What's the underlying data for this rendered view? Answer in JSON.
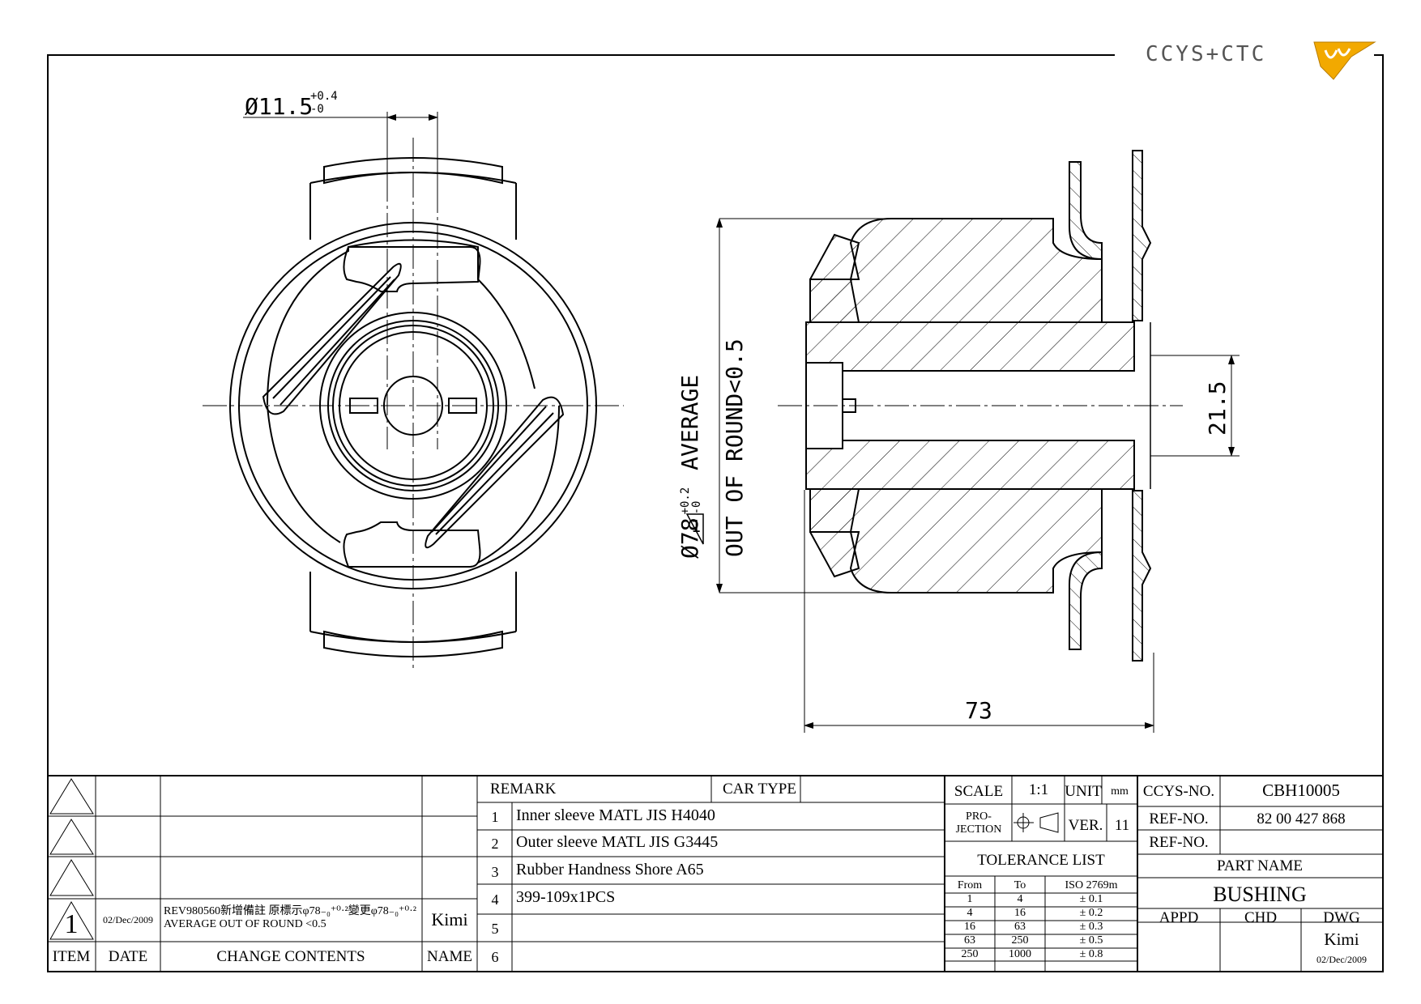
{
  "logo": {
    "text": "CCYS+CTC"
  },
  "dims": {
    "hole_dia": "Ø11.5",
    "hole_tol_upper": "+0.4",
    "hole_tol_lower": "-0",
    "od_prefix": "Ø78",
    "od_tol_upper": "+0.2",
    "od_tol_lower": "-0",
    "od_suffix": "AVERAGE",
    "out_of_round": "OUT OF ROUND<0.5",
    "rev_mark": "1",
    "height": "21.5",
    "length": "73"
  },
  "revisions": {
    "rows": [
      {
        "item": "",
        "date": "",
        "change": "",
        "name": ""
      },
      {
        "item": "",
        "date": "",
        "change": "",
        "name": ""
      },
      {
        "item": "",
        "date": "",
        "change": "",
        "name": ""
      },
      {
        "item": "1",
        "date": "02/Dec/2009",
        "change_line1": "REV980560新增備註 原標示φ78₋₀⁺⁰·²變更φ78₋₀⁺⁰·²",
        "change_line2": "AVERAGE OUT OF ROUND <0.5",
        "name": "Kimi"
      }
    ],
    "header": {
      "item": "ITEM",
      "date": "DATE",
      "change": "CHANGE CONTENTS",
      "name": "NAME"
    }
  },
  "remarks": {
    "remark_label": "REMARK",
    "car_type_label": "CAR TYPE",
    "items": [
      {
        "no": "1",
        "text": "Inner sleeve MATL JIS H4040"
      },
      {
        "no": "2",
        "text": "Outer sleeve MATL JIS G3445"
      },
      {
        "no": "3",
        "text": "Rubber Handness Shore A65"
      },
      {
        "no": "4",
        "text": "399-109x1PCS"
      },
      {
        "no": "5",
        "text": ""
      },
      {
        "no": "6",
        "text": ""
      }
    ]
  },
  "info": {
    "scale_label": "SCALE",
    "scale_value": "1:1",
    "unit_label": "UNIT",
    "unit_value": "mm",
    "projection_label_1": "PRO-",
    "projection_label_2": "JECTION",
    "ver_label": "VER.",
    "ver_value": "11",
    "tolerance_title": "TOLERANCE LIST",
    "tolerance_header": {
      "from": "From",
      "to": "To",
      "iso": "ISO 2769m"
    },
    "tolerance_rows": [
      {
        "from": "1",
        "to": "4",
        "tol": "± 0.1"
      },
      {
        "from": "4",
        "to": "16",
        "tol": "± 0.2"
      },
      {
        "from": "16",
        "to": "63",
        "tol": "± 0.3"
      },
      {
        "from": "63",
        "to": "250",
        "tol": "± 0.5"
      },
      {
        "from": "250",
        "to": "1000",
        "tol": "± 0.8"
      }
    ]
  },
  "part": {
    "ccys_no_label": "CCYS-NO.",
    "ccys_no": "CBH10005",
    "ref_no_label": "REF-NO.",
    "ref_no": "82 00 427 868",
    "ref_no_label_2": "REF-NO.",
    "ref_no_2": "",
    "part_name_label": "PART NAME",
    "part_name": "BUSHING",
    "appd_label": "APPD",
    "chd_label": "CHD",
    "dwg_label": "DWG",
    "dwg_name": "Kimi",
    "dwg_date": "02/Dec/2009"
  }
}
